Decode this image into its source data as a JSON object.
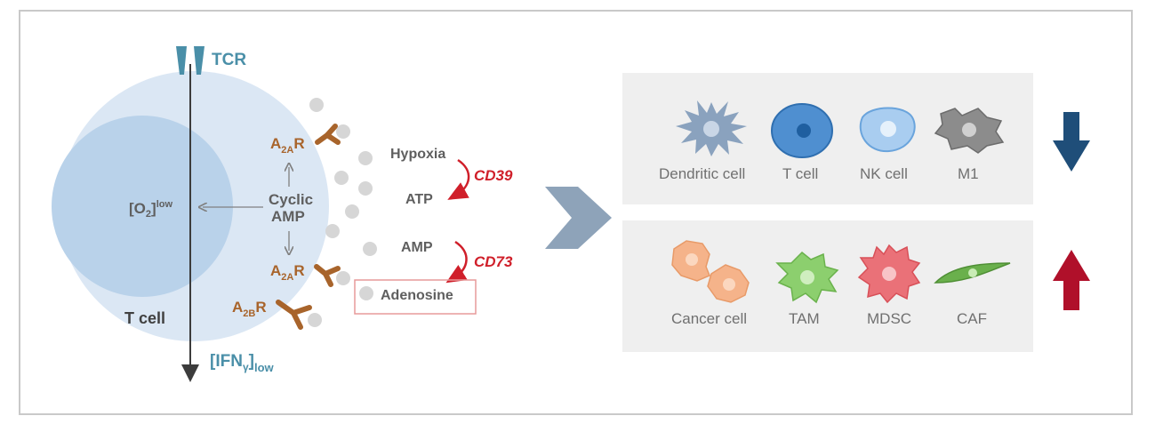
{
  "tcell": {
    "tcr_label": "TCR",
    "o2_label": "[O",
    "o2_sub": "2",
    "o2_tail": "]",
    "o2_sup": "low",
    "cyclic_line1": "Cyclic",
    "cyclic_line2": "AMP",
    "cell_label": "T cell",
    "ifn_label": "[IFN",
    "ifn_sub": "γ",
    "ifn_tail": "]",
    "ifn_sub2": "low",
    "a2a_top": "A",
    "a2a_top_sub": "2A",
    "a2a_top_r": "R",
    "a2a_bot": "A",
    "a2a_bot_sub": "2A",
    "a2a_bot_r": "R",
    "a2b": "A",
    "a2b_sub": "2B",
    "a2b_r": "R"
  },
  "pathway": {
    "hypoxia": "Hypoxia",
    "atp": "ATP",
    "cd39": "CD39",
    "amp": "AMP",
    "cd73": "CD73",
    "adenosine": "Adenosine"
  },
  "decreased_panel": {
    "items": [
      "Dendritic cell",
      "T cell",
      "NK cell",
      "M1"
    ]
  },
  "increased_panel": {
    "items": [
      "Cancer cell",
      "TAM",
      "MDSC",
      "CAF"
    ]
  },
  "colors": {
    "down_arrow": "#1f4e79",
    "up_arrow": "#b0102a",
    "teal": "#4a8fa8",
    "brown": "#a8642b",
    "red": "#d01f2a"
  }
}
